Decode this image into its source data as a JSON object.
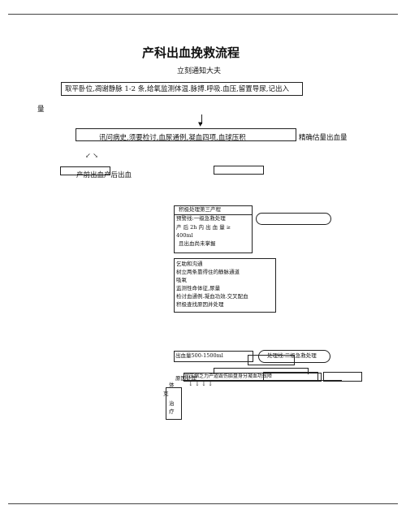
{
  "title": "产科出血挽救流程",
  "notify": "立刻通知大夫",
  "step1": {
    "line1": "取平卧位,凋谢静脉 1-2 条,给氧监测体温.脉搏.呼吸.血压,留置导尿,记出入",
    "line2": "量"
  },
  "step2": {
    "text": "讯问病史,须要检讨,血尿通例,凝血四项,血球压积",
    "tail": "精确估量出血量"
  },
  "arrows": "↙ ↘",
  "branch": {
    "label": "产前出血产后出血"
  },
  "box_a": {
    "l1": "积极处理第三产程",
    "l2": "预警线:一级急救处理",
    "l3": "产 后  2h  内 出 血 量 ≥",
    "l4": "400ml",
    "l5": "且出血尚未掌握"
  },
  "box_b": {
    "l1": "乞助和沟通",
    "l2": "树立两条靠得住的静脉通道",
    "l3": "吸氧",
    "l4": "监测性命体征,尿量",
    "l5": "检讨血通例.凝血功效.交叉配血",
    "l6": "积极查找原因并处理"
  },
  "box_c": "出血量500-1500ml",
  "oval_c": "处理线:二级急救处理",
  "cause": "原因处理",
  "left_col": {
    "c1": "体",
    "c2": "克",
    "c3": "治",
    "c4": "疗"
  },
  "causes": "宫压缩乏力产道毁伤胎盘身分凝血功效障"
}
